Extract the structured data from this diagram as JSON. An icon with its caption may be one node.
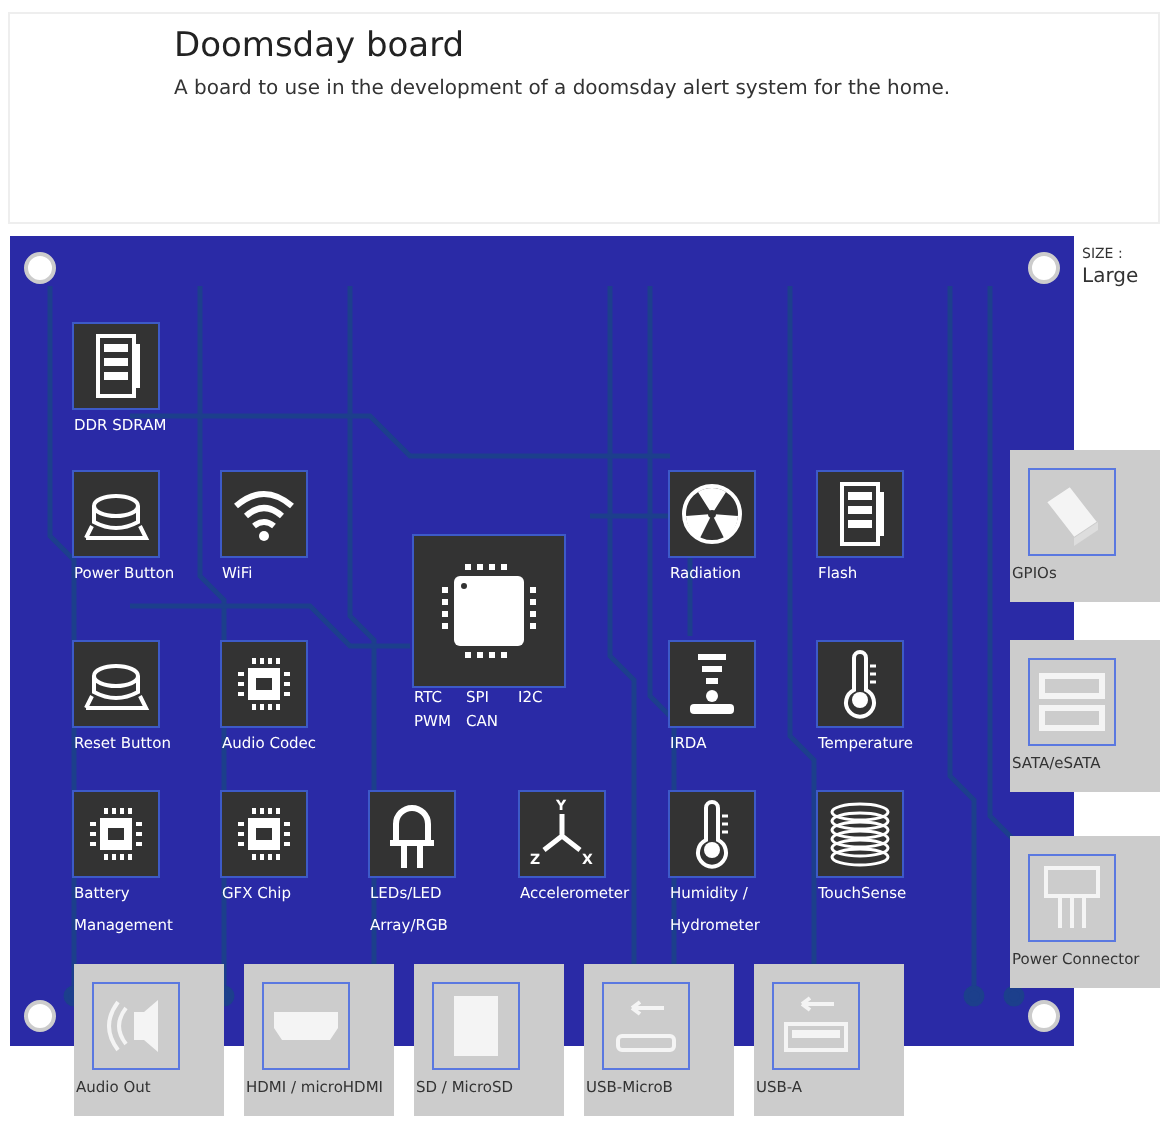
{
  "diagram": {
    "title": "Doomsday board",
    "caption": "A board to use in the development of a doomsday alert system for the home.",
    "nodes": [
      {
        "text": [],
        "shape": "box"
      },
      {
        "text": [
          "DDR SDRAM"
        ],
        "in": 0
      },
      {
        "text": [
          "Power Button"
        ],
        "in": 0
      },
      {
        "text": [
          "WiFi"
        ],
        "in": 0
      },
      {
        "text": [
          "Radiation"
        ],
        "in": 0
      },
      {
        "text": [
          "Flash"
        ],
        "in": 0
      },
      {
        "text": [
          "GPIOs"
        ]
      },
      {
        "text": [
          "Reset Button"
        ],
        "in": 0
      },
      {
        "text": [
          "Audio Codec"
        ],
        "in": 0
      },
      {
        "text": [
          "RTC",
          "SPI",
          "I2C",
          "PWM",
          "CAN"
        ],
        "in": 0
      },
      {
        "text": [
          "IRDA"
        ],
        "in": 0
      },
      {
        "text": [
          "Temperature"
        ],
        "in": 0
      },
      {
        "text": [
          "SATA/eSATA"
        ]
      },
      {
        "text": [
          "Battery Management"
        ],
        "in": 0
      },
      {
        "text": [
          "GFX Chip"
        ],
        "in": 0
      },
      {
        "text": [
          "LEDs/LED Array/RGB"
        ],
        "in": 0
      },
      {
        "text": [
          "Accelerometer"
        ],
        "in": 0
      },
      {
        "text": [
          "Humidity / Hydrometer"
        ],
        "in": 0
      },
      {
        "text": [
          "TouchSense"
        ],
        "in": 0
      },
      {
        "text": [
          "Power Connector"
        ]
      },
      {
        "text": [
          "Audio Out"
        ]
      },
      {
        "text": [
          "HDMI / microHDMI"
        ]
      },
      {
        "text": [
          "SD / MicroSD"
        ]
      },
      {
        "text": [
          "USB-MicroB"
        ]
      },
      {
        "text": [
          "USB-A"
        ]
      }
    ],
    "labels": [
      "SIZE :",
      "Large",
      "Y",
      "Z",
      "X"
    ]
  }
}
